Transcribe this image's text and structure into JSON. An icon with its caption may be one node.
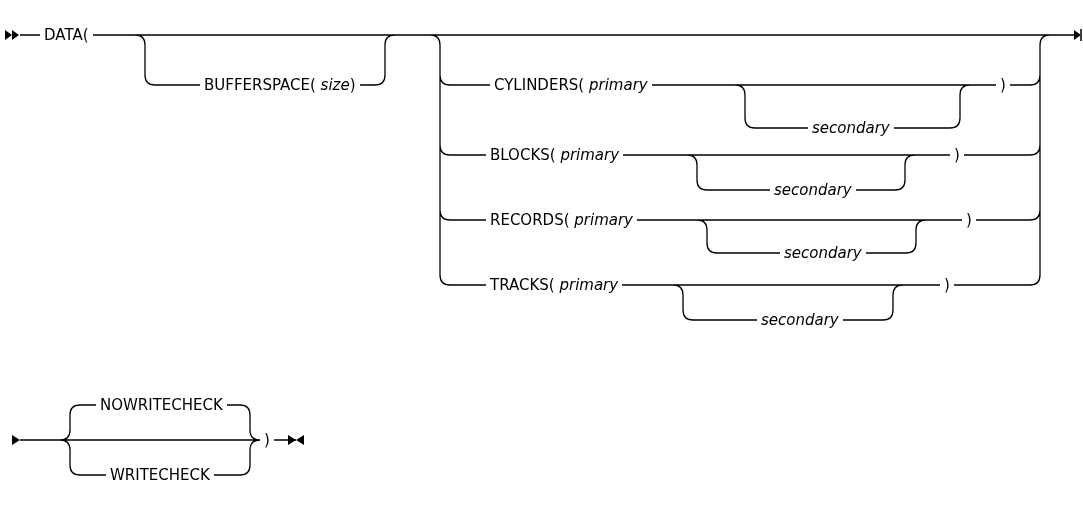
{
  "diagram": {
    "labels": [
      "DATA(",
      "BUFFERSPACE( *size*)",
      "CYLINDERS( *primary*",
      ")",
      "secondary",
      "BLOCKS( *primary*",
      ")",
      "secondary",
      "RECORDS( *primary*",
      ")",
      "secondary",
      "TRACKS( *primary*",
      ")",
      "secondary",
      "NOWRITECHECK",
      ")",
      "WRITECHECK"
    ]
  }
}
